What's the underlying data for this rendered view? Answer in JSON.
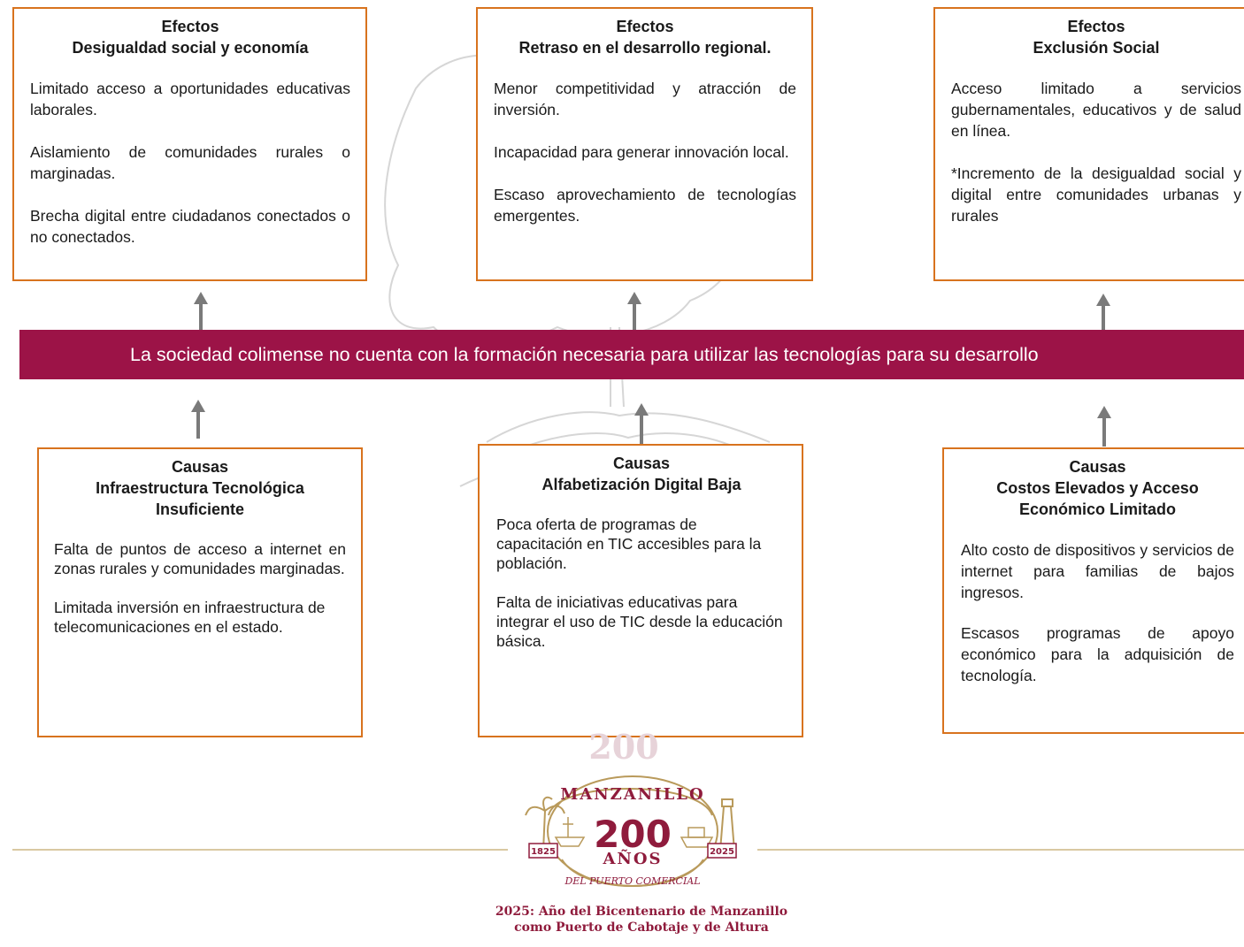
{
  "effects": [
    {
      "kind": "Efectos",
      "title": "Desigualdad social y economía",
      "items": [
        "Limitado acceso a oportunidades educativas laborales.",
        "Aislamiento de comunidades rurales o marginadas.",
        "Brecha digital entre ciudadanos conectados o no conectados."
      ]
    },
    {
      "kind": "Efectos",
      "title": "Retraso en el desarrollo regional.",
      "items": [
        "Menor competitividad y atracción de inversión.",
        "Incapacidad para generar innovación local.",
        "Escaso aprovechamiento de tecnologías emergentes."
      ]
    },
    {
      "kind": "Efectos",
      "title": "Exclusión Social",
      "items": [
        "Acceso limitado a servicios gubernamentales, educativos y de salud en línea.",
        "*Incremento de la desigualdad social y digital entre comunidades urbanas y rurales"
      ]
    }
  ],
  "central_problem": "La sociedad colimense no cuenta con la formación necesaria para utilizar las tecnologías para su desarrollo",
  "causes": [
    {
      "kind": "Causas",
      "title": "Infraestructura Tecnológica Insuficiente",
      "items": [
        "Falta de puntos de acceso a internet en zonas rurales y comunidades marginadas.",
        "Limitada inversión en infraestructura de telecomunicaciones en el estado."
      ]
    },
    {
      "kind": "Causas",
      "title": "Alfabetización Digital Baja",
      "items": [
        "Poca oferta de programas de capacitación en TIC accesibles para la población.",
        "Falta de iniciativas educativas para integrar el uso de TIC desde la educación básica."
      ]
    },
    {
      "kind": "Causas",
      "title": "Costos Elevados y Acceso Económico Limitado",
      "items": [
        "Alto costo de dispositivos y servicios de internet para familias de bajos ingresos.",
        "Escasos programas de apoyo económico para la adquisición de tecnología."
      ]
    }
  ],
  "logo": {
    "top_word": "MANZANILLO",
    "number": "200",
    "years_word": "AÑOS",
    "year_left": "1825",
    "year_right": "2025",
    "bottom_word": "DEL PUERTO COMERCIAL",
    "caption_line1": "2025: Año del Bicentenario de Manzanillo",
    "caption_line2": "como Puerto de Cabotaje y de Altura",
    "colors": {
      "burgundy": "#8f1b3c",
      "gold": "#b99a5b"
    }
  },
  "colors": {
    "box_border": "#d8731e",
    "banner": "#9c1347",
    "arrow": "#7a7a7a"
  }
}
